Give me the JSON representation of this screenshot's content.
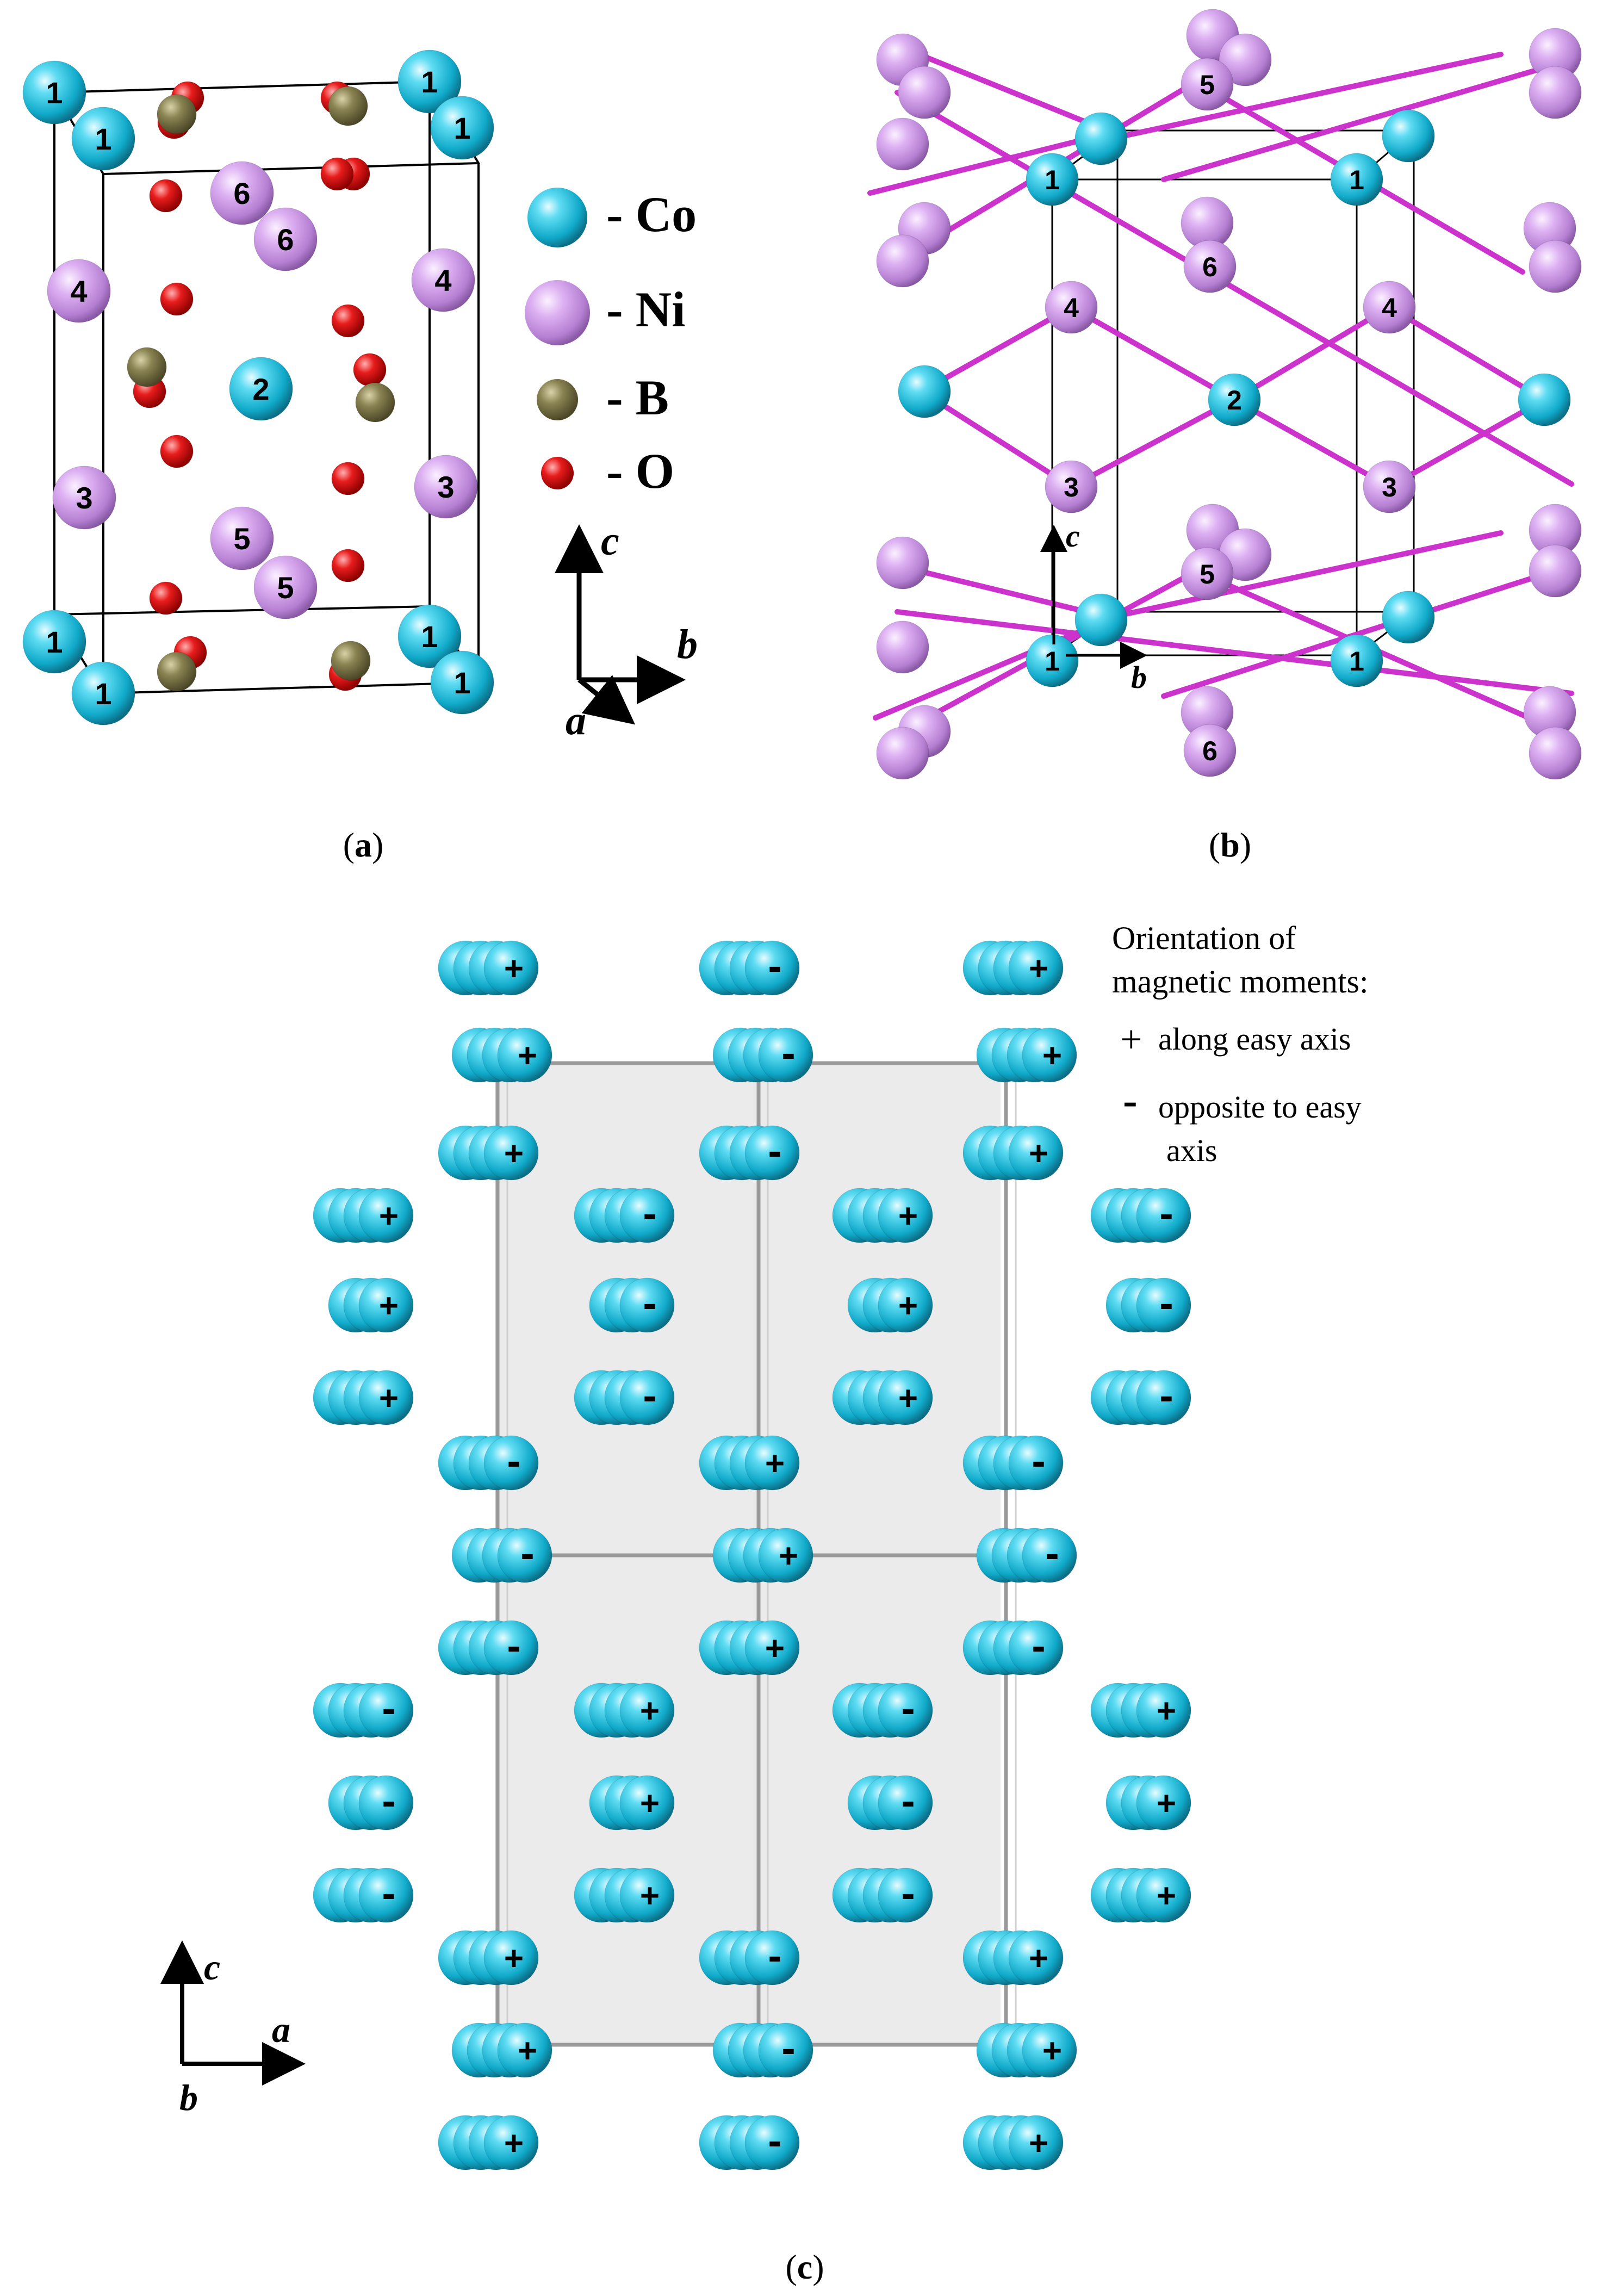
{
  "panels": {
    "a": {
      "caption_open": "(",
      "caption_letter": "a",
      "caption_close": ")",
      "legend": [
        {
          "label": "- Co",
          "color": "#1ec8e6"
        },
        {
          "label": "- Ni",
          "color": "#d9a3f0"
        },
        {
          "label": "- B",
          "color": "#7b7446"
        },
        {
          "label": "- O",
          "color": "#e01010"
        }
      ],
      "axes": {
        "c": "c",
        "b": "b",
        "a": "a"
      },
      "site_labels": {
        "co1": "1",
        "co2": "2",
        "ni3": "3",
        "ni4": "4",
        "ni5": "5",
        "ni6": "6"
      }
    },
    "b": {
      "caption_open": "(",
      "caption_letter": "b",
      "caption_close": ")",
      "axes": {
        "c": "c",
        "b": "b"
      },
      "site_labels": {
        "co1": "1",
        "co2": "2",
        "ni3": "3",
        "ni4": "4",
        "ni5": "5",
        "ni6": "6"
      },
      "bond_color": "#cc33cc"
    },
    "c": {
      "caption_open": "(",
      "caption_letter": "c",
      "caption_close": ")",
      "legend_title_line1": "Orientation of",
      "legend_title_line2": "magnetic moments:",
      "plus_symbol": "+",
      "plus_text": "along easy axis",
      "minus_symbol": "-",
      "minus_text_line1": "opposite to easy",
      "minus_text_line2": "axis",
      "axes": {
        "c": "c",
        "a": "a",
        "b": "b"
      },
      "columns": [
        {
          "name": "col-1",
          "signs": [
            "+",
            "+",
            "+",
            "-",
            "-",
            "-",
            "+",
            "+",
            "+"
          ]
        },
        {
          "name": "col-2",
          "signs": [
            "-",
            "-",
            "-",
            "+",
            "+",
            "+",
            "-",
            "-",
            "-"
          ]
        },
        {
          "name": "col-3",
          "signs": [
            "+",
            "+",
            "+",
            "-",
            "-",
            "-",
            "+",
            "+",
            "+"
          ]
        }
      ],
      "side_groups": {
        "outer_left": [
          [
            "+",
            "+",
            "+"
          ],
          [
            "-",
            "-",
            "-"
          ]
        ],
        "inner_left": [
          [
            "-",
            "-",
            "-"
          ],
          [
            "+",
            "+",
            "+"
          ]
        ],
        "inner_right": [
          [
            "+",
            "+",
            "+"
          ],
          [
            "-",
            "-",
            "-"
          ]
        ],
        "outer_right": [
          [
            "-",
            "-",
            "-"
          ],
          [
            "+",
            "+",
            "+"
          ]
        ]
      }
    }
  },
  "colors": {
    "co": "#1ec8e6",
    "ni": "#d9a3f0",
    "b": "#7b7446",
    "o": "#e01010",
    "cell_fill": "#ebebeb"
  }
}
